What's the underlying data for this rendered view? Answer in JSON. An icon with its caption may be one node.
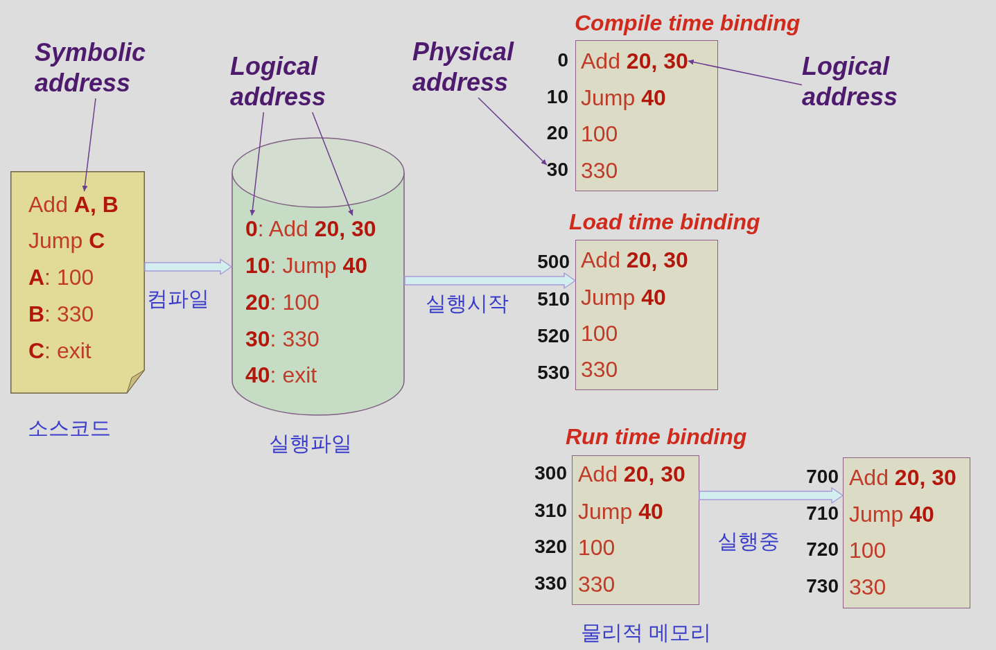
{
  "diagram": {
    "nodes": [
      {
        "text": [
          "Symbolic address"
        ]
      },
      {
        "text": [],
        "shape": "document",
        "beside": [
          "소스코드"
        ]
      },
      {
        "text": [
          "Add **A, B**"
        ],
        "in": 1
      },
      {
        "text": [
          "Jump **C**"
        ],
        "in": 1
      },
      {
        "text": [
          "**A**: 100"
        ],
        "in": 1
      },
      {
        "text": [
          "**B**: 330"
        ],
        "in": 1
      },
      {
        "text": [
          "**C**: exit"
        ],
        "in": 1
      },
      {
        "text": [
          "Logical address"
        ]
      },
      {
        "text": [],
        "shape": "cylinder",
        "beside": [
          "실행파일"
        ]
      },
      {
        "text": [
          "**0**: Add **20, 30**"
        ],
        "in": 8
      },
      {
        "text": [
          "**10**: Jump **40**"
        ],
        "in": 8
      },
      {
        "text": [
          "**20**: 100"
        ],
        "in": 8
      },
      {
        "text": [
          "**30**: 330"
        ],
        "in": 8
      },
      {
        "text": [
          "**40**: exit"
        ],
        "in": 8
      },
      {
        "text": [
          "Physical address"
        ]
      },
      {
        "text": [
          "Compile time binding"
        ]
      },
      {
        "text": [
          "Add **20, 30**"
        ],
        "in": 15
      },
      {
        "text": [
          "Jump **40**"
        ],
        "in": 15
      },
      {
        "text": [
          "100"
        ],
        "in": 15
      },
      {
        "text": [
          "330"
        ],
        "in": 15
      },
      {
        "text": [
          "30"
        ]
      },
      {
        "text": [
          "Logical address"
        ]
      },
      {
        "text": [
          "Load time binding"
        ]
      },
      {
        "text": [
          "Add **20, 30**"
        ],
        "in": 22
      },
      {
        "text": [
          "Jump **40**"
        ],
        "in": 22
      },
      {
        "text": [
          "100"
        ],
        "in": 22
      },
      {
        "text": [
          "330"
        ],
        "in": 22
      },
      {
        "text": [
          "Run time binding"
        ],
        "beside": [
          "물리적 메모리"
        ]
      },
      {
        "text": [
          "Add **20, 30**"
        ],
        "in": 27
      },
      {
        "text": [
          "Jump **40**"
        ],
        "in": 27
      },
      {
        "text": [
          "100"
        ],
        "in": 27
      },
      {
        "text": [
          "330"
        ],
        "in": 27
      },
      {
        "text": [],
        "shape": "box"
      },
      {
        "text": [
          "Add **20, 30**"
        ],
        "in": 32
      },
      {
        "text": [
          "Jump **40**"
        ],
        "in": 32
      },
      {
        "text": [
          "100"
        ],
        "in": 32
      },
      {
        "text": [
          "330"
        ],
        "in": 32
      }
    ],
    "edges": [
      {
        "from": 0,
        "to": 2,
        "arrow": "to"
      },
      {
        "from": 1,
        "to": 8,
        "arrow": "to",
        "label": "컴파일",
        "style": "thick",
        "color": "#d2eeee"
      },
      {
        "from": 7,
        "to": 9,
        "arrow": "to"
      },
      {
        "from": 7,
        "to": 9,
        "arrow": "to"
      },
      {
        "from": 8,
        "to": 22,
        "arrow": "to",
        "label": "실행시작",
        "style": "thick",
        "color": "#d2eeee"
      },
      {
        "from": 14,
        "to": 20,
        "arrow": "to"
      },
      {
        "from": 21,
        "to": 16,
        "arrow": "to"
      },
      {
        "from": 27,
        "to": 32,
        "arrow": "to",
        "label": "실행중",
        "style": "thick",
        "color": "#d2eeee"
      }
    ],
    "labels": [
      "0",
      "10",
      "20",
      "500",
      "510",
      "520",
      "530",
      "300",
      "310",
      "320",
      "330",
      "700",
      "710",
      "720",
      "730"
    ]
  }
}
